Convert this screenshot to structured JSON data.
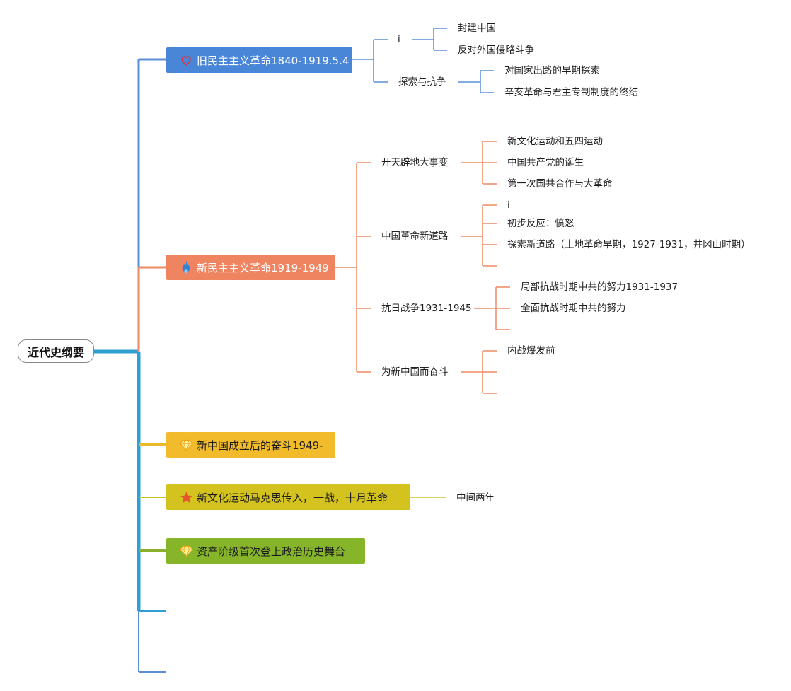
{
  "root": {
    "label": "近代史纲要"
  },
  "branches": [
    {
      "label": "旧民主主义革命1840-1919.5.4",
      "icon": "heart-icon",
      "color": "#4a86d8",
      "children": [
        {
          "label": "i",
          "children": [
            "封建中国",
            "反对外国侵略斗争"
          ]
        },
        {
          "label": "探索与抗争",
          "children": [
            "对国家出路的早期探索",
            "辛亥革命与君主专制制度的终结"
          ]
        }
      ]
    },
    {
      "label": "新民主主义革命1919-1949",
      "icon": "flame-icon",
      "color": "#ef8460",
      "children": [
        {
          "label": "开天辟地大事变",
          "children": [
            "新文化运动和五四运动",
            "中国共产党的诞生",
            "第一次国共合作与大革命"
          ]
        },
        {
          "label": "中国革命新道路",
          "children": [
            "i",
            "初步反应：愤怒",
            "探索新道路（土地革命早期，1927-1931，井冈山时期）",
            ""
          ]
        },
        {
          "label": "抗日战争1931-1945",
          "children": [
            "局部抗战时期中共的努力1931-1937",
            "全面抗战时期中共的努力",
            ""
          ]
        },
        {
          "label": "为新中国而奋斗",
          "children": [
            "内战爆发前",
            "",
            ""
          ]
        }
      ]
    },
    {
      "label": "新中国成立后的奋斗1949-",
      "icon": "diamond-icon",
      "color": "#f2bb2c",
      "children": []
    },
    {
      "label": "新文化运动马克思传入，一战，十月革命",
      "icon": "star-icon",
      "color": "#d4c21e",
      "children": [
        {
          "label": "中间两年",
          "children": []
        }
      ]
    },
    {
      "label": "资产阶级首次登上政治历史舞台",
      "icon": "diamond-icon",
      "color": "#86b52a",
      "children": []
    }
  ],
  "colors": {
    "trunk_blue": "#2f9fd2",
    "blue_line": "#5a8fd6",
    "orange_line": "#ef8a64",
    "yellow_line": "#eab92c",
    "olive_line": "#cdbf2a",
    "green_line": "#8bb02e"
  }
}
